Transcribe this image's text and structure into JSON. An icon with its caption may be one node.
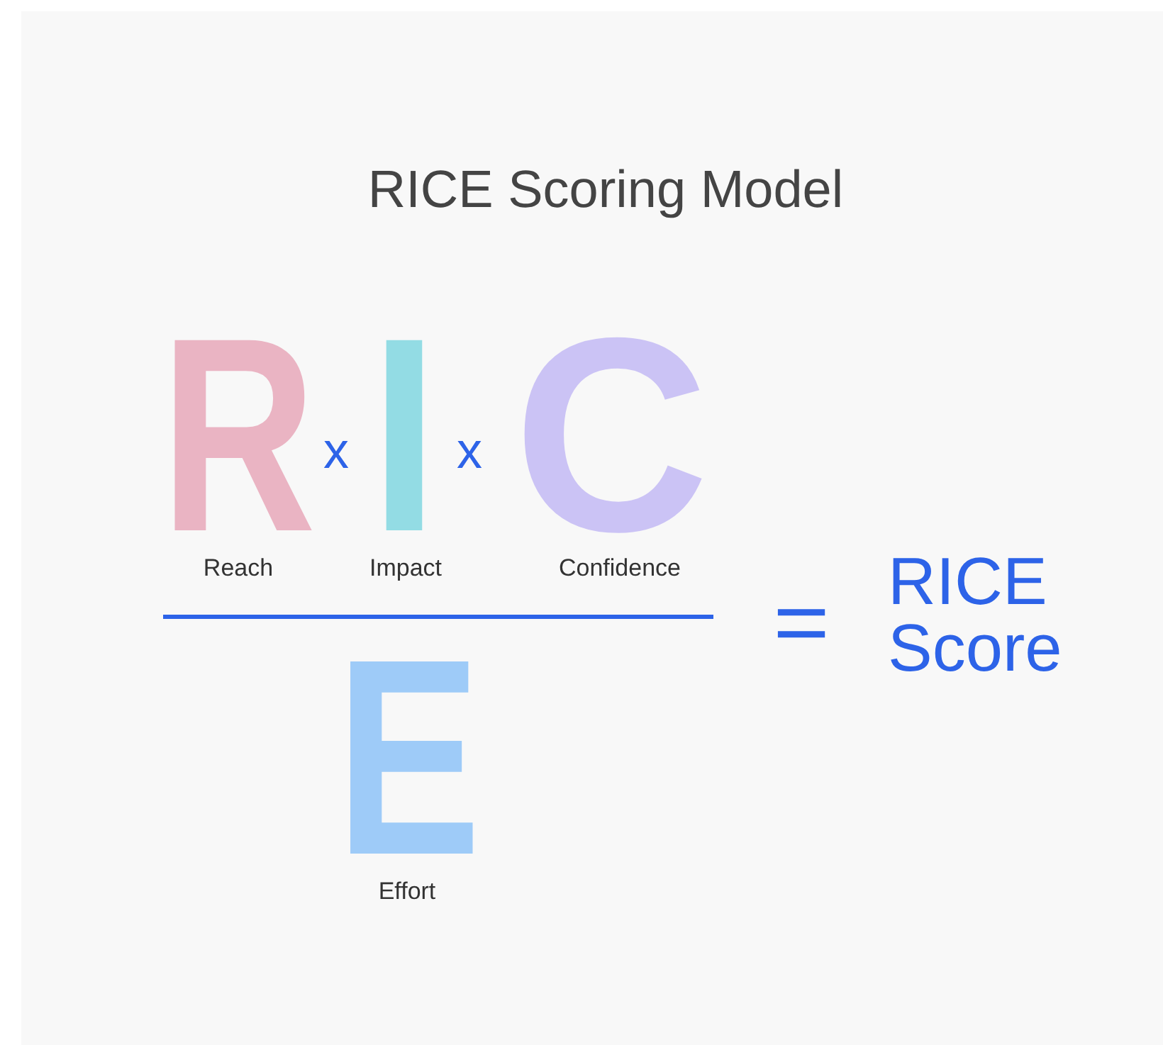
{
  "diagram": {
    "title": "RICE Scoring Model",
    "labels": [
      "R",
      "x",
      "I",
      "x",
      "C",
      "Reach",
      "Impact",
      "Confidence",
      "=",
      "RICE Score",
      "E",
      "Effort"
    ]
  }
}
